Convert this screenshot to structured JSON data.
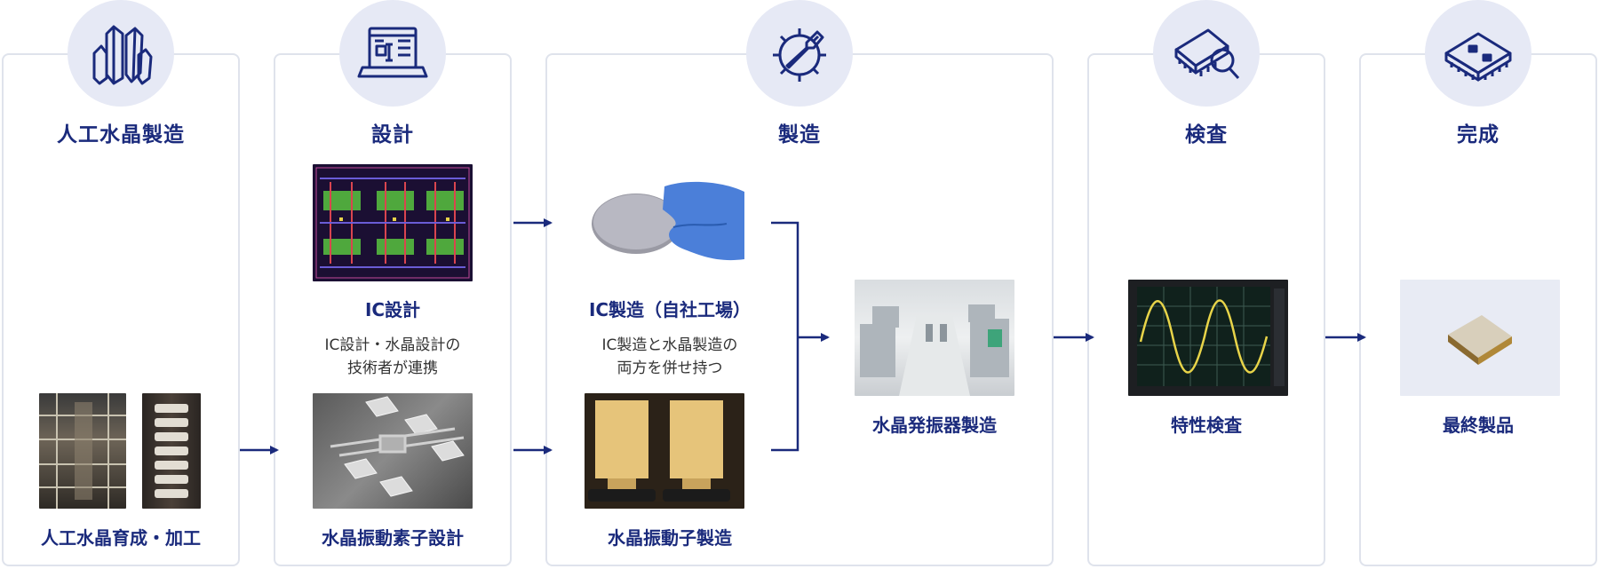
{
  "stages": [
    {
      "title": "人工水晶製造",
      "icon": "crystal-icon"
    },
    {
      "title": "設計",
      "icon": "laptop-design-icon"
    },
    {
      "title": "製造",
      "icon": "gear-wrench-icon"
    },
    {
      "title": "検査",
      "icon": "chip-magnifier-icon"
    },
    {
      "title": "完成",
      "icon": "chip-package-icon"
    }
  ],
  "captions": {
    "crystal_growth": "人工水晶育成・加工",
    "ic_design": "IC設計",
    "design_note_line1": "IC設計・水晶設計の",
    "design_note_line2": "技術者が連携",
    "crystal_element_design": "水晶振動素子設計",
    "ic_manufacturing": "IC製造（自社工場）",
    "mfg_note_line1": "IC製造と水晶製造の",
    "mfg_note_line2": "両方を併せ持つ",
    "crystal_resonator_mfg": "水晶振動子製造",
    "oscillator_mfg": "水晶発振器製造",
    "characteristic_inspection": "特性検査",
    "final_product": "最終製品"
  },
  "colors": {
    "accent": "#1a2a7c",
    "circle_bg": "#e6e9f5",
    "panel_border": "#dfe3ec"
  }
}
